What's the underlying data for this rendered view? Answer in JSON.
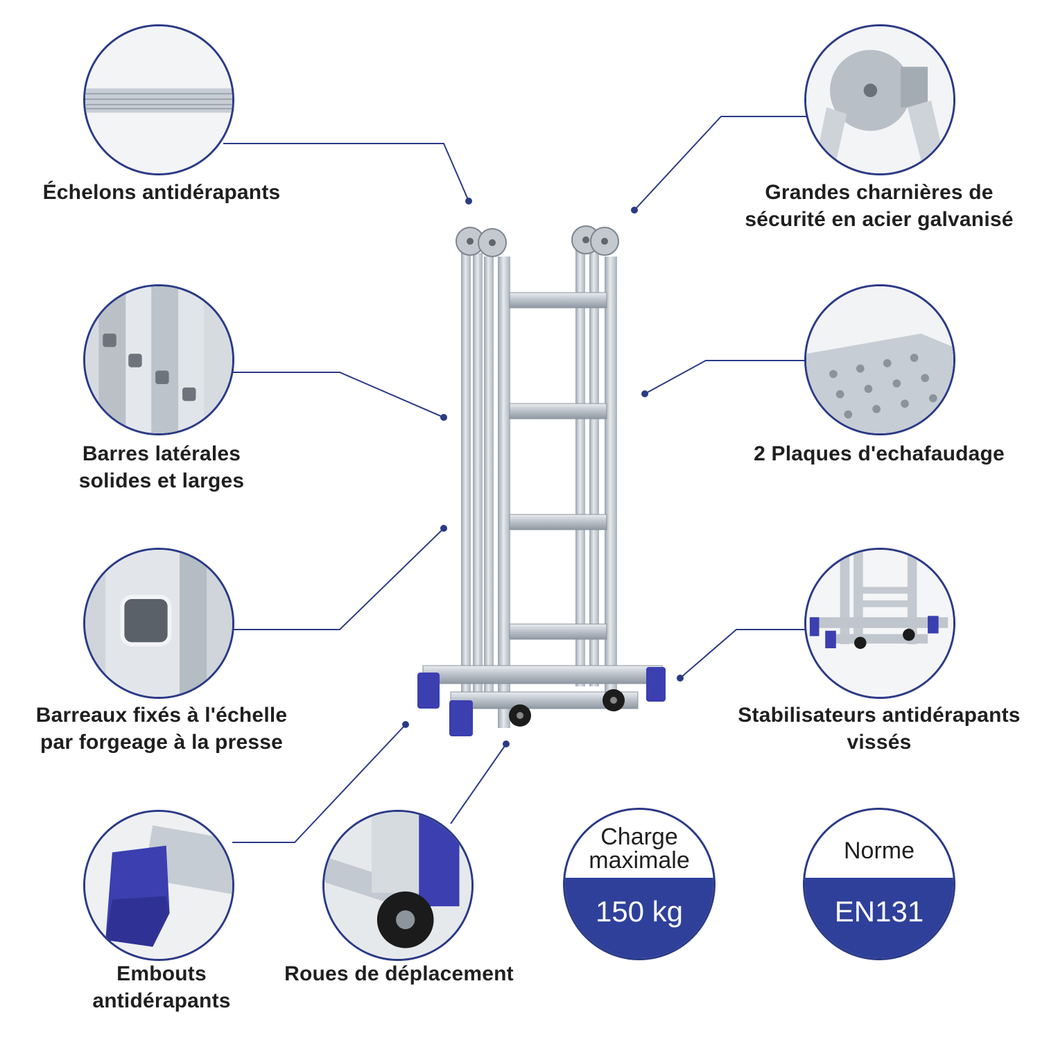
{
  "colors": {
    "accent": "#2b3a86",
    "band": "#2f409a",
    "text": "#1f1f1f",
    "aluminium": "#c9cfd6",
    "foot_blue": "#3b3fb0"
  },
  "features": {
    "rungs": {
      "lines": [
        "Échelons antidérapants"
      ],
      "icon": "rung-closeup"
    },
    "side_bars": {
      "lines": [
        "Barres latérales",
        "solides et larges"
      ],
      "icon": "side-bar-closeup"
    },
    "press_forging": {
      "lines": [
        "Barreaux fixés à l'échelle",
        "par forgeage à la presse"
      ],
      "icon": "forged-rung-closeup"
    },
    "end_caps": {
      "lines": [
        "Embouts",
        "antidérapants"
      ],
      "icon": "end-cap-closeup"
    },
    "wheels": {
      "lines": [
        "Roues de déplacement"
      ],
      "icon": "wheel-closeup"
    },
    "hinges": {
      "lines": [
        "Grandes charnières de",
        "sécurité en acier galvanisé"
      ],
      "icon": "hinge-closeup"
    },
    "plates": {
      "lines": [
        "2 Plaques d'echafaudage"
      ],
      "icon": "plate-closeup"
    },
    "stabilizers": {
      "lines": [
        "Stabilisateurs antidérapants",
        "vissés"
      ],
      "icon": "stabilizer-closeup"
    }
  },
  "badges": {
    "load": {
      "top": [
        "Charge",
        "maximale"
      ],
      "value": "150 kg"
    },
    "norm": {
      "top": [
        "Norme"
      ],
      "value": "EN131"
    }
  }
}
